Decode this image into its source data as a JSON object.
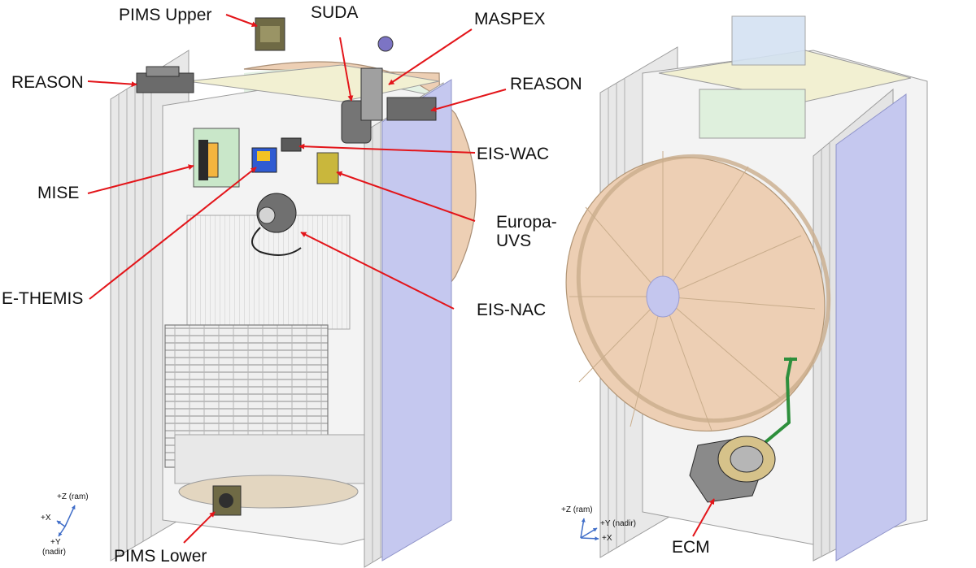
{
  "labels": {
    "pims_upper": "PIMS Upper",
    "suda": "SUDA",
    "maspex": "MASPEX",
    "reason_left": "REASON",
    "reason_right": "REASON",
    "eis_wac": "EIS-WAC",
    "mise": "MISE",
    "europa_uvs": "Europa-\nUVS",
    "e_themis": "E-THEMIS",
    "eis_nac": "EIS-NAC",
    "pims_lower": "PIMS Lower",
    "ecm": "ECM"
  },
  "axes_left": {
    "z": "+Z (ram)",
    "x": "+X",
    "y": "+Y",
    "y_sub": "(nadir)"
  },
  "axes_right": {
    "z": "+Z (ram)",
    "y": "+Y (nadir)",
    "x": "+X"
  },
  "colors": {
    "callout_arrow": "#e3151a",
    "solar_panel_face": "#c5c8ef",
    "solar_panel_edge": "#e4e4e4",
    "antenna_dish": "#edcfb4",
    "antenna_hub": "#c4c6ee",
    "frame_line": "#9c9c9c",
    "axis_arrow": "#3f6dc8"
  }
}
